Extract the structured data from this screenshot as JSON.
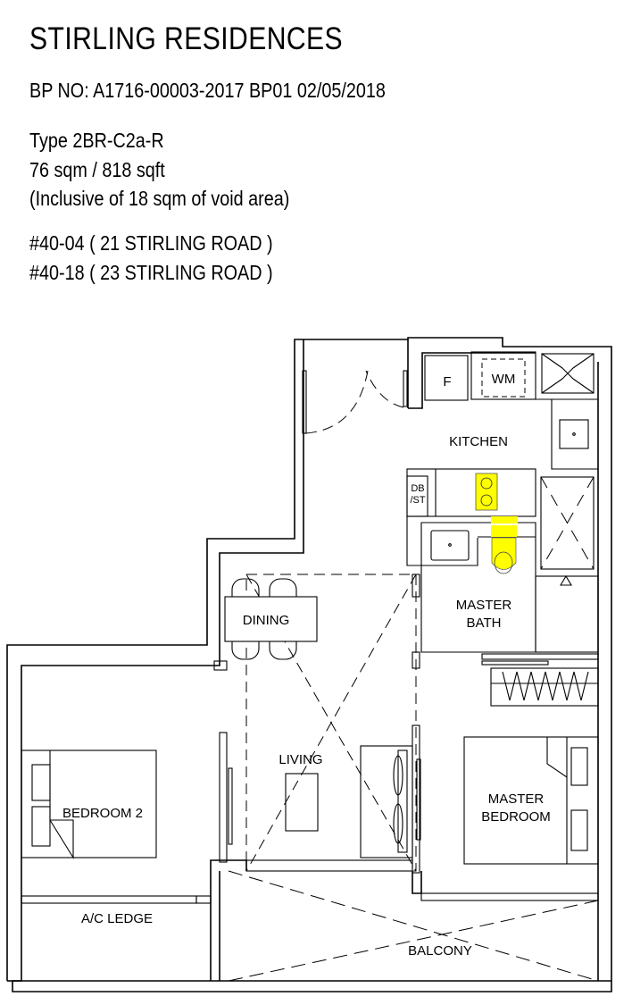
{
  "header": {
    "project": "STIRLING  RESIDENCES",
    "bp_no": "BP NO: A1716-00003-2017 BP01   02/05/2018",
    "unit_type": "Type 2BR-C2a-R",
    "area": "76 sqm / 818 sqft",
    "area_note": "(Inclusive of 18 sqm of void area)",
    "units": [
      "#40-04 ( 21 STIRLING ROAD )",
      "#40-18 ( 23 STIRLING ROAD )"
    ]
  },
  "plan": {
    "rooms": {
      "kitchen": "KITCHEN",
      "dining": "DINING",
      "living": "LIVING",
      "master_bath": [
        "MASTER",
        "BATH"
      ],
      "master_bedroom": [
        "MASTER",
        "BEDROOM"
      ],
      "bedroom2": "BEDROOM 2",
      "ac_ledge": "A/C LEDGE",
      "balcony": "BALCONY"
    },
    "fixtures": {
      "fridge": "F",
      "washing_machine": "WM",
      "db_st": [
        "DB",
        "/ST"
      ]
    },
    "colors": {
      "highlight": "#ffff00",
      "line": "#000000"
    }
  }
}
